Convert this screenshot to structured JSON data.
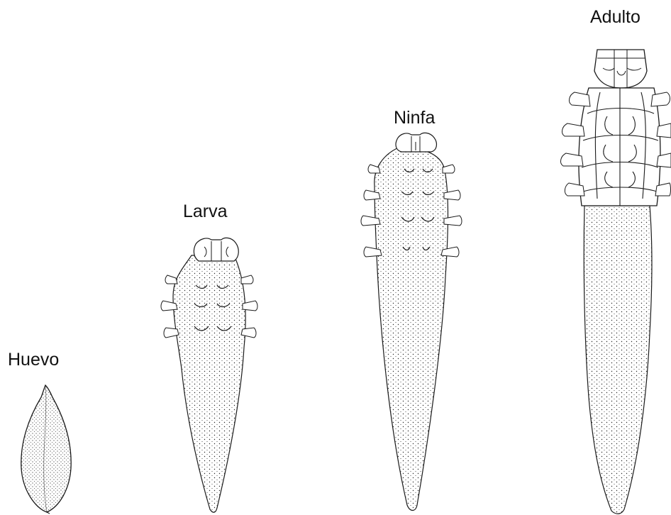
{
  "figure": {
    "stages": [
      {
        "key": "egg",
        "label": "Huevo"
      },
      {
        "key": "larva",
        "label": "Larva"
      },
      {
        "key": "nymph",
        "label": "Ninfa"
      },
      {
        "key": "adult",
        "label": "Adulto"
      }
    ],
    "colors": {
      "line": "#1a1a1a",
      "dots": "#2a2a2a",
      "background": "#ffffff"
    }
  }
}
